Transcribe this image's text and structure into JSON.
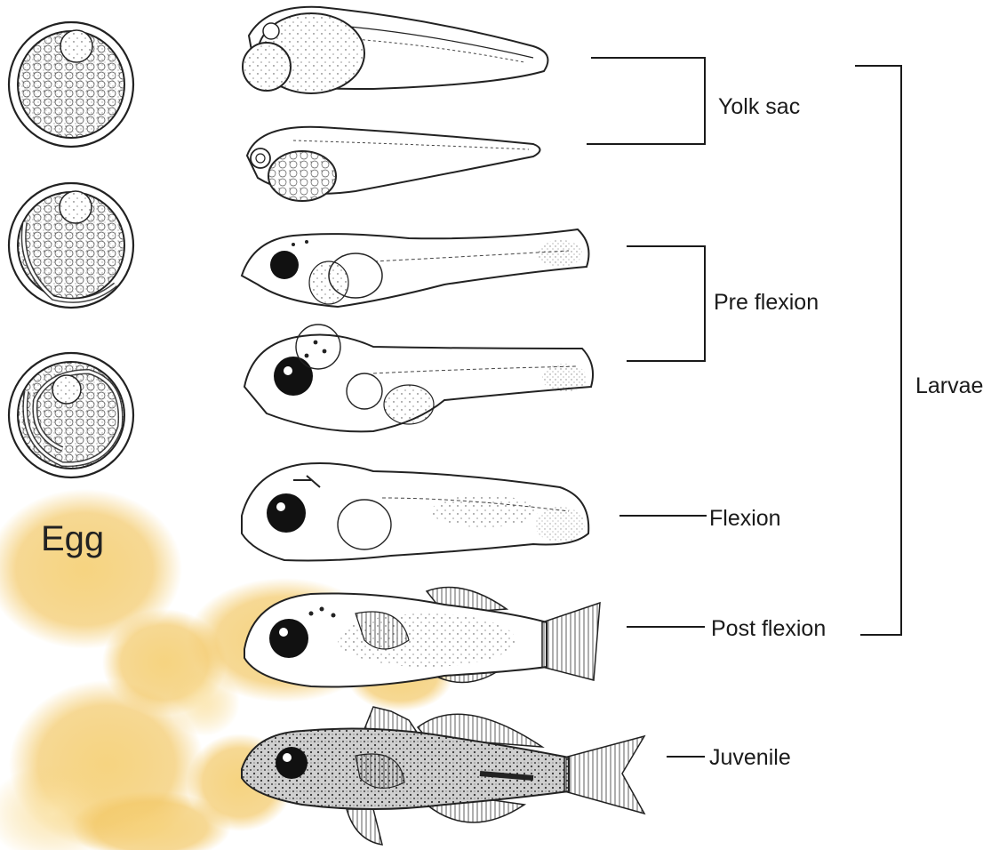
{
  "egg_label": "Egg",
  "stage_labels": {
    "yolk_sac": "Yolk sac",
    "pre_flexion": "Pre flexion",
    "flexion": "Flexion",
    "post_flexion": "Post flexion",
    "juvenile": "Juvenile",
    "larvae": "Larvae"
  },
  "colors": {
    "ink": "#1a1a1a",
    "background_blob": "#f3c866",
    "background": "#ffffff"
  },
  "illustrations": {
    "eggs": [
      "egg-early-icon",
      "egg-mid-icon",
      "egg-late-icon"
    ],
    "fish": [
      "yolk-sac-larva-early-icon",
      "yolk-sac-larva-late-icon",
      "pre-flexion-larva-early-icon",
      "pre-flexion-larva-late-icon",
      "flexion-larva-icon",
      "post-flexion-larva-icon",
      "juvenile-fish-icon"
    ]
  }
}
